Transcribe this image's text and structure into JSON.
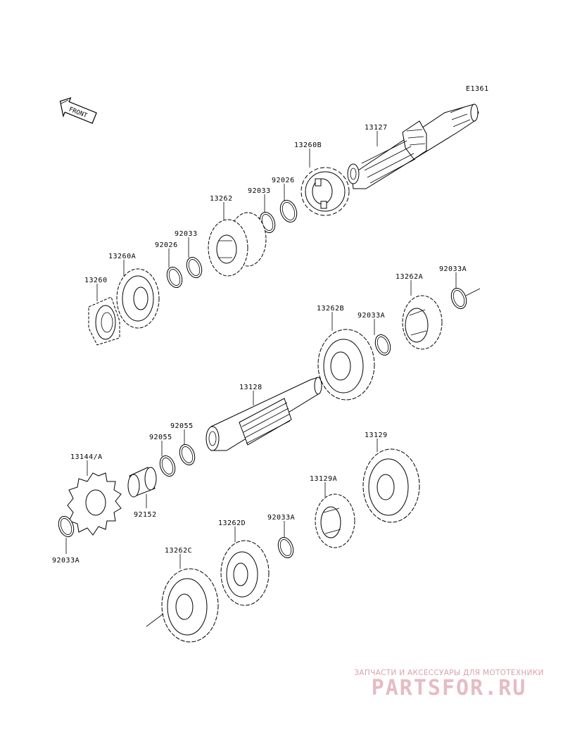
{
  "diagram_code": "E1361",
  "front_arrow_text": "FRONT",
  "labels": {
    "l13127": "13127",
    "l13260B": "13260B",
    "l92026a": "92026",
    "l92033a": "92033",
    "l13262": "13262",
    "l92033b": "92033",
    "l92026b": "92026",
    "l13260A": "13260A",
    "l13260": "13260",
    "l13262A": "13262A",
    "l92033A1": "92033A",
    "l13262B": "13262B",
    "l92033A2": "92033A",
    "l13128": "13128",
    "l92055a": "92055",
    "l92055b": "92055",
    "l13144A": "13144/A",
    "l92152": "92152",
    "l92033A3": "92033A",
    "l13129": "13129",
    "l13129A": "13129A",
    "l92033A4": "92033A",
    "l13262D": "13262D",
    "l13262C": "13262C"
  },
  "watermark": {
    "subtitle": "ЗАПЧАСТИ И АКСЕССУАРЫ ДЛЯ МОТОТЕХНИКИ",
    "brand": "PARTSFOR.RU"
  },
  "colors": {
    "line": "#000000",
    "watermark": "#e6bcc2"
  }
}
